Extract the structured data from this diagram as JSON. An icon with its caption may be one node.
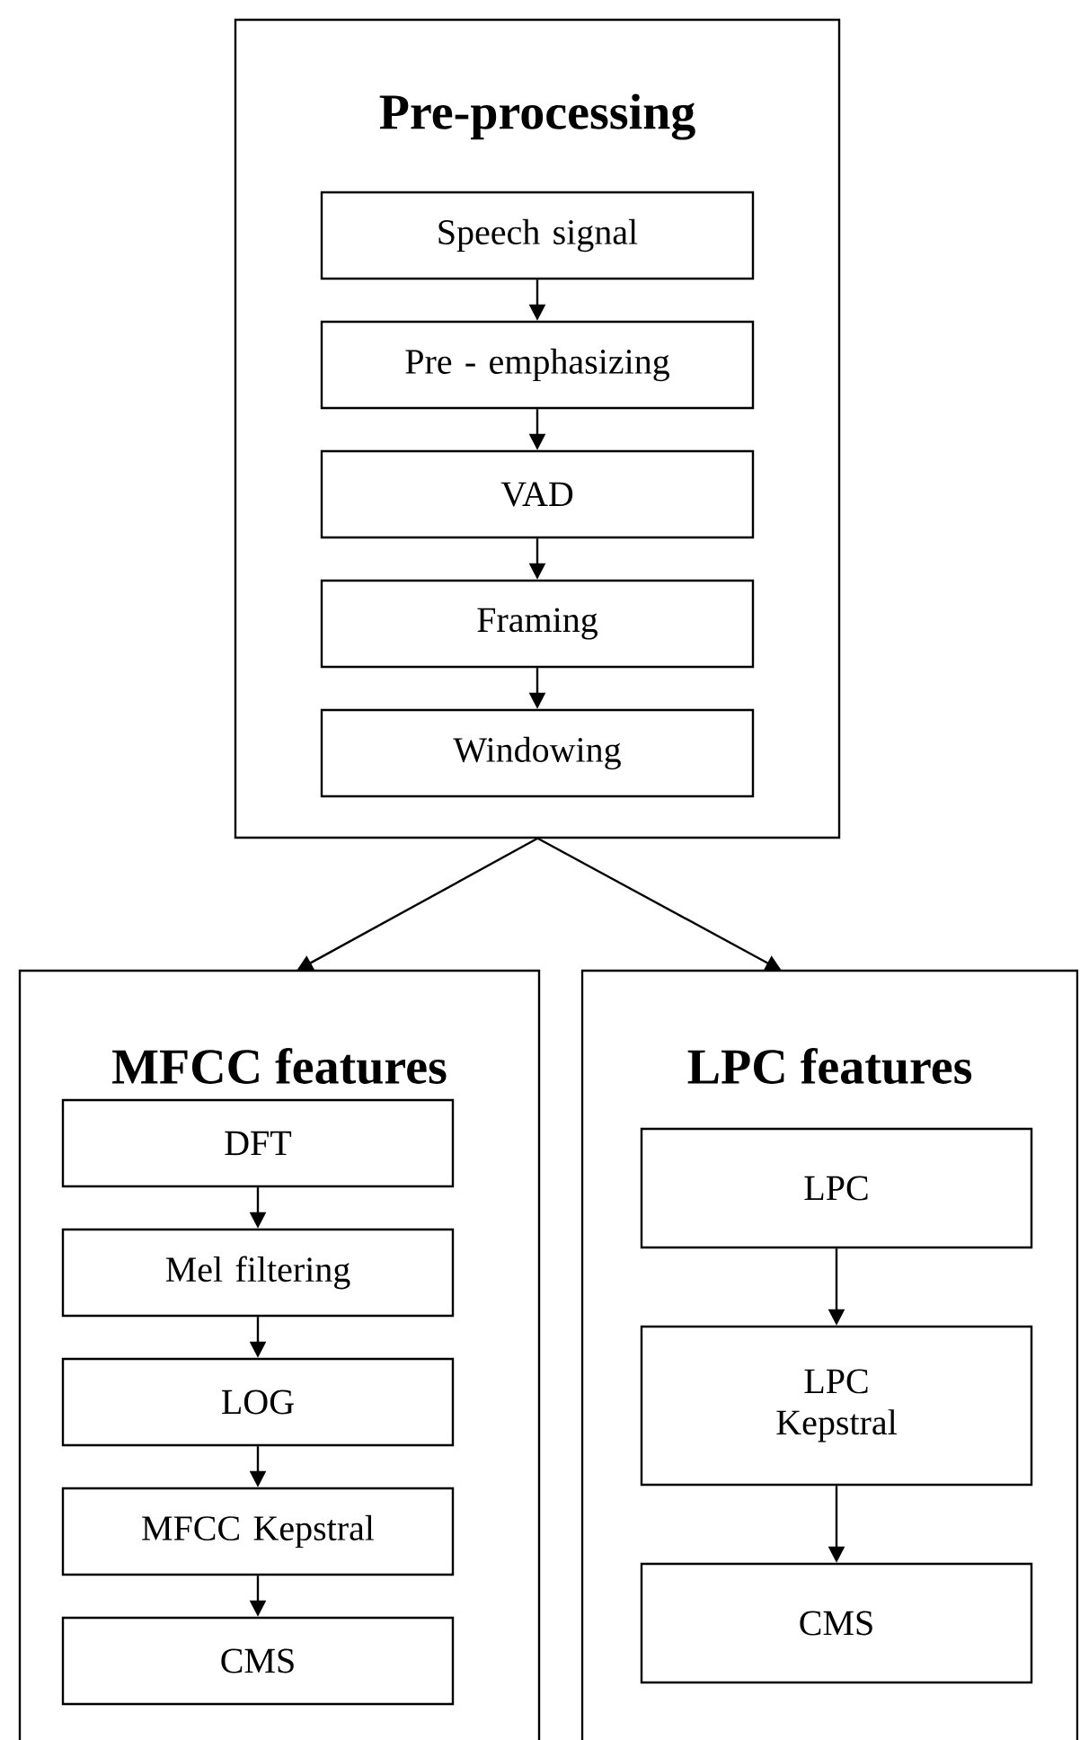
{
  "diagram": {
    "nodes": [
      {
        "text": [
          "Pre-processing"
        ]
      },
      {
        "text": [
          "Speech signal"
        ],
        "in": 0
      },
      {
        "text": [
          "Pre - emphasizing"
        ],
        "in": 0
      },
      {
        "text": [
          "VAD"
        ],
        "in": 0
      },
      {
        "text": [
          "Framing"
        ],
        "in": 0
      },
      {
        "text": [
          "Windowing"
        ],
        "in": 0
      },
      {
        "text": [
          "MFCC features"
        ]
      },
      {
        "text": [
          "DFT"
        ],
        "in": 6
      },
      {
        "text": [
          "Mel filtering"
        ],
        "in": 6
      },
      {
        "text": [
          "LOG"
        ],
        "in": 6
      },
      {
        "text": [
          "MFCC Kepstral"
        ],
        "in": 6
      },
      {
        "text": [
          "CMS"
        ],
        "in": 6
      },
      {
        "text": [
          "LPC features"
        ]
      },
      {
        "text": [
          "LPC"
        ],
        "in": 12
      },
      {
        "text": [
          "LPC Kepstral"
        ],
        "in": 12
      },
      {
        "text": [
          "CMS"
        ],
        "in": 12
      }
    ],
    "edges": [
      {
        "from": 1,
        "to": 2,
        "arrow": "to"
      },
      {
        "from": 2,
        "to": 3,
        "arrow": "to"
      },
      {
        "from": 3,
        "to": 4,
        "arrow": "to"
      },
      {
        "from": 4,
        "to": 5,
        "arrow": "to"
      },
      {
        "from": 0,
        "to": 6,
        "arrow": "to"
      },
      {
        "from": 0,
        "to": 12,
        "arrow": "to"
      },
      {
        "from": 7,
        "to": 8,
        "arrow": "to"
      },
      {
        "from": 8,
        "to": 9,
        "arrow": "to"
      },
      {
        "from": 9,
        "to": 10,
        "arrow": "to"
      },
      {
        "from": 10,
        "to": 11,
        "arrow": "to"
      },
      {
        "from": 13,
        "to": 14,
        "arrow": "to"
      },
      {
        "from": 14,
        "to": 15,
        "arrow": "to"
      }
    ]
  }
}
